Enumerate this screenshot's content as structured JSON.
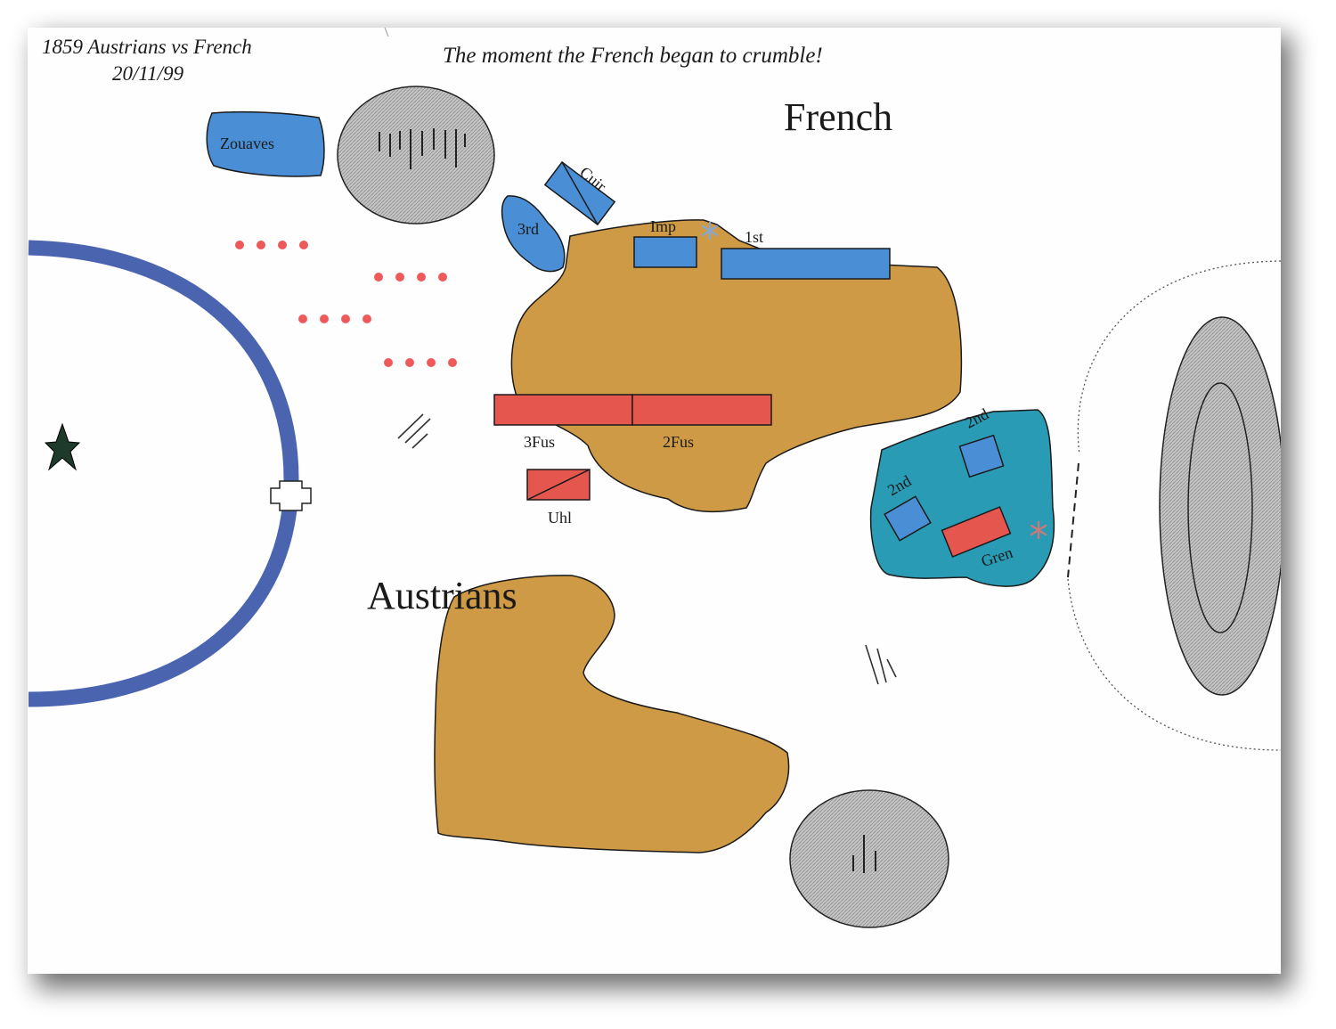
{
  "header": {
    "line1": "1859 Austrians vs French",
    "line2": "20/11/99",
    "caption": "The moment the French began to crumble!"
  },
  "sides": {
    "french": "French",
    "austrians": "Austrians"
  },
  "units": {
    "zouaves": "Zouaves",
    "cuir": "Cuir",
    "third": "3rd",
    "imp": "Imp",
    "first": "1st",
    "fus3": "3Fus",
    "fus2": "2Fus",
    "uhl": "Uhl",
    "second_a": "2nd",
    "second_b": "2nd",
    "gren": "Gren"
  },
  "colors": {
    "french_unit": "#4a8fd6",
    "austrian_unit": "#e5564f",
    "hill": "#cf9a45",
    "wood": "#2a9bb4",
    "road": "#4a64b0",
    "town": "#b5b5b5",
    "skirmish": "#ee5a5a"
  },
  "icons": {
    "objective": "star-icon",
    "marker": "asterisk-icon"
  }
}
